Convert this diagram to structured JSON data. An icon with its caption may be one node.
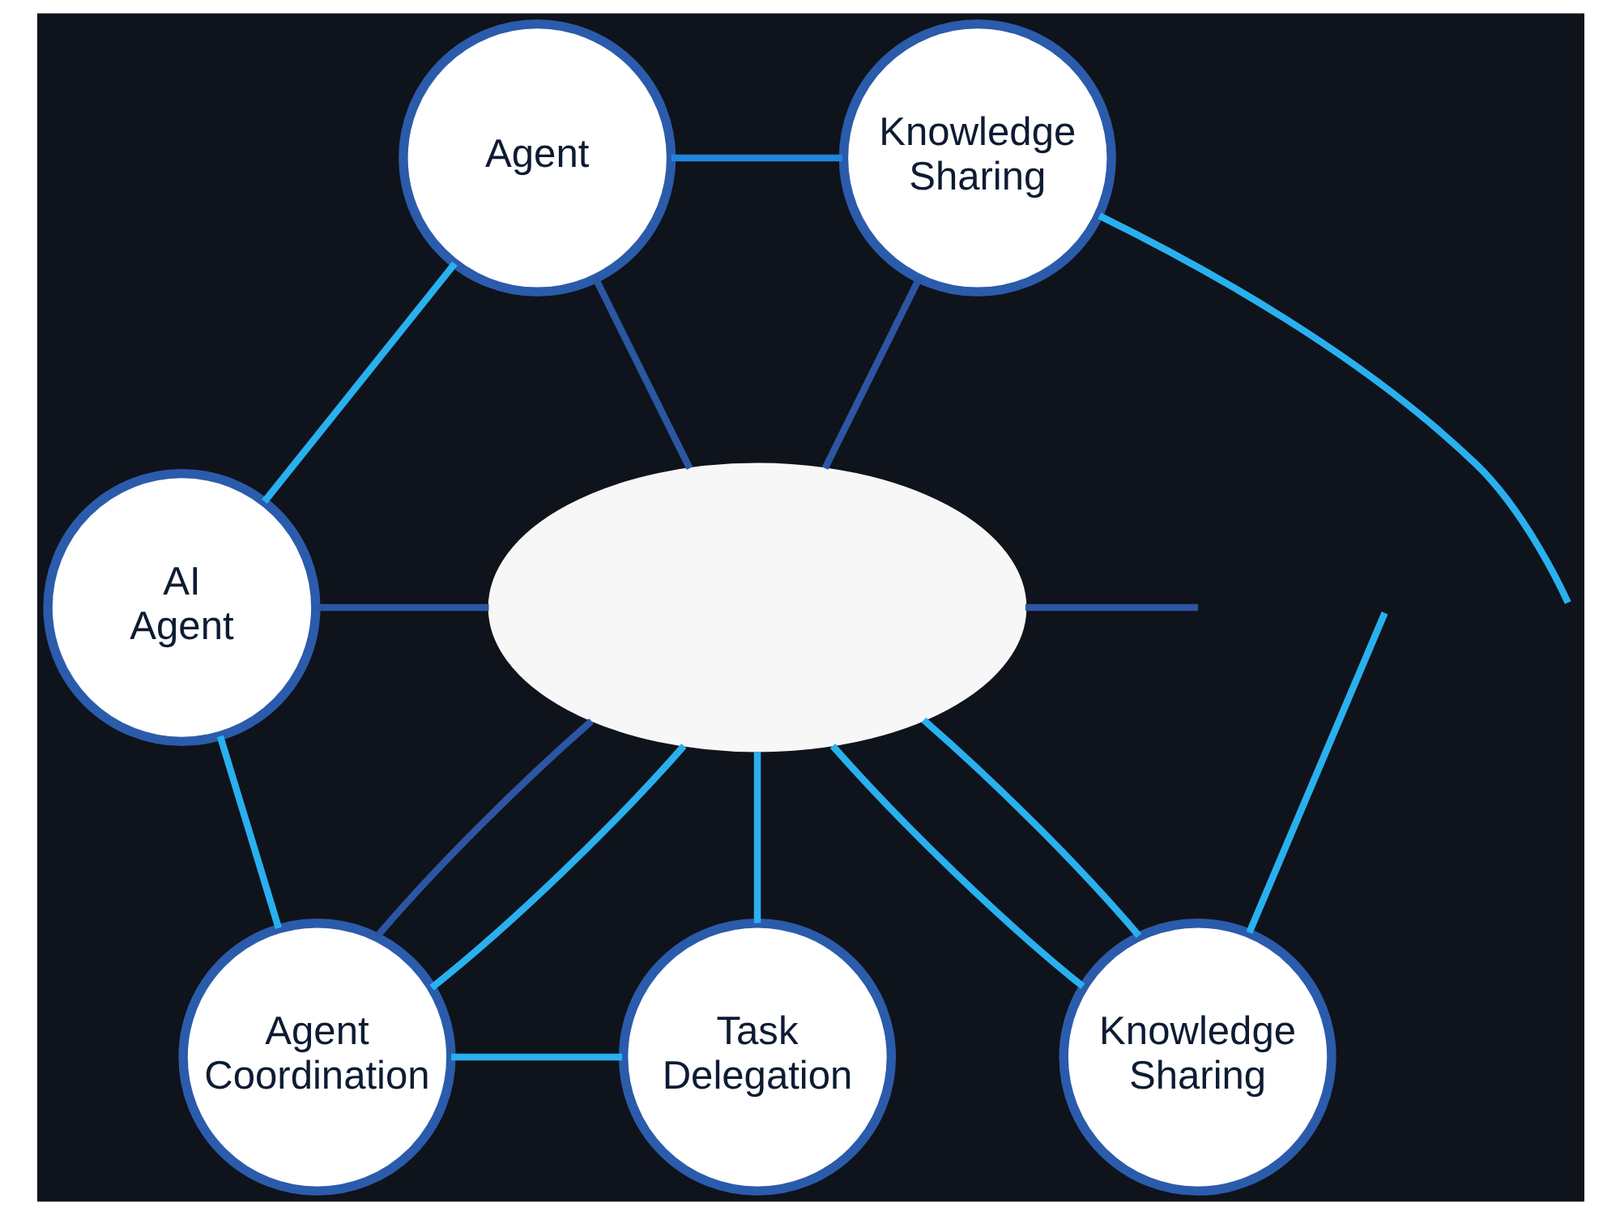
{
  "diagram": {
    "nodes": [
      {
        "text": [
          "Agent"
        ]
      },
      {
        "text": [
          "Knowledge Sharing"
        ]
      },
      {
        "text": [
          "AI",
          "Agent"
        ]
      },
      {
        "text": [],
        "shape": "cloud"
      },
      {
        "text": [
          "Agent Coordination"
        ]
      },
      {
        "text": [
          "Task Delegation"
        ]
      },
      {
        "text": [
          "Knowledge Sharing"
        ]
      }
    ],
    "edges": [
      {
        "from": 0,
        "to": 1,
        "arrow": "none",
        "color": "#1f86dd"
      },
      {
        "from": 0,
        "to": 2,
        "arrow": "none"
      },
      {
        "from": 0,
        "to": 3,
        "arrow": "none",
        "color": "#2c56a3"
      },
      {
        "from": 1,
        "to": 3,
        "arrow": "none",
        "color": "#2c56a3"
      },
      {
        "from": 1,
        "to": null,
        "arrow": "none"
      },
      {
        "from": 2,
        "to": 3,
        "arrow": "none",
        "color": "#2c56a3"
      },
      {
        "from": 2,
        "to": 4,
        "arrow": "none"
      },
      {
        "from": 3,
        "to": null,
        "arrow": "none",
        "color": "#2c56a3"
      },
      {
        "from": 3,
        "to": 4,
        "arrow": "none",
        "color": "#2c56a3"
      },
      {
        "from": 3,
        "to": 4,
        "arrow": "none"
      },
      {
        "from": 3,
        "to": 5,
        "arrow": "none"
      },
      {
        "from": 3,
        "to": 6,
        "arrow": "none"
      },
      {
        "from": 3,
        "to": 6,
        "arrow": "none"
      },
      {
        "from": 4,
        "to": 5,
        "arrow": "none"
      },
      {
        "from": 6,
        "to": null,
        "arrow": "none"
      }
    ]
  }
}
